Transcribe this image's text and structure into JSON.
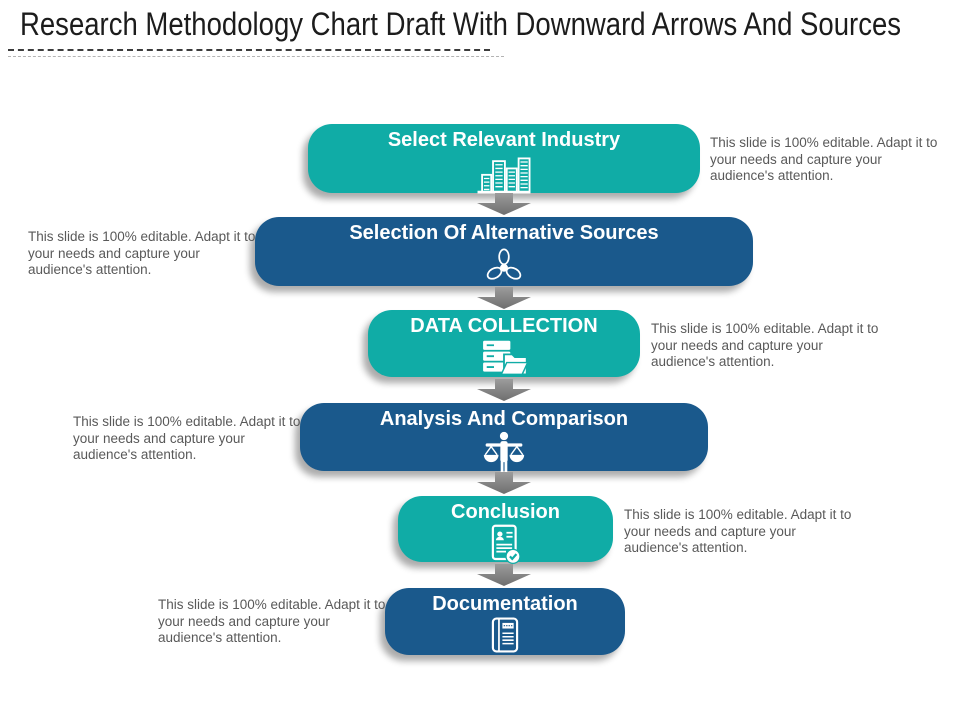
{
  "slide": {
    "title": "Research Methodology Chart Draft With Downward Arrows And Sources"
  },
  "colors": {
    "teal": "#10ACA6",
    "dark_blue": "#1A598C",
    "arrow_gray": "#808080",
    "side_text_gray": "#595959",
    "title_black": "#1c1c1c"
  },
  "steps": [
    {
      "label": "Select Relevant Industry",
      "icon": "buildings-icon",
      "color": "teal",
      "description": "This slide is 100% editable. Adapt it to your needs and capture your audience's attention.",
      "description_side": "right"
    },
    {
      "label": "Selection Of Alternative Sources",
      "icon": "propeller-icon",
      "color": "dark_blue",
      "description": "This slide is 100% editable. Adapt it to your needs and capture your audience's attention.",
      "description_side": "left"
    },
    {
      "label": "DATA COLLECTION",
      "icon": "server-folder-icon",
      "color": "teal",
      "description": "This slide is 100% editable. Adapt it to your needs and capture your audience's attention.",
      "description_side": "right"
    },
    {
      "label": "Analysis And Comparison",
      "icon": "scales-icon",
      "color": "dark_blue",
      "description": "This slide is 100% editable. Adapt it to your needs and capture your audience's attention.",
      "description_side": "left"
    },
    {
      "label": "Conclusion",
      "icon": "report-check-icon",
      "color": "teal",
      "description": "This slide is 100% editable. Adapt it to your needs and capture your audience's attention.",
      "description_side": "right"
    },
    {
      "label": "Documentation",
      "icon": "book-icon",
      "color": "dark_blue",
      "description": "This slide is 100% editable. Adapt it to your needs and capture your audience's attention.",
      "description_side": "left"
    }
  ]
}
